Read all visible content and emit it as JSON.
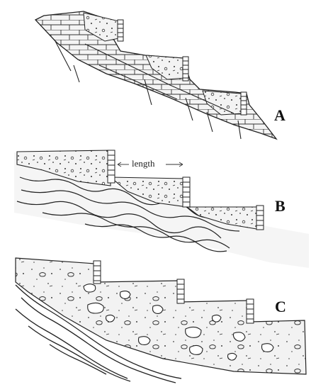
{
  "panels": [
    {
      "label": "A"
    },
    {
      "label": "B"
    },
    {
      "label": "C"
    }
  ],
  "annotation": {
    "length_label": "length"
  },
  "icons": {
    "wall": "dry-stone-wall-icon",
    "fill": "stony-soil-fill",
    "bedrock": "layered-bedrock"
  }
}
